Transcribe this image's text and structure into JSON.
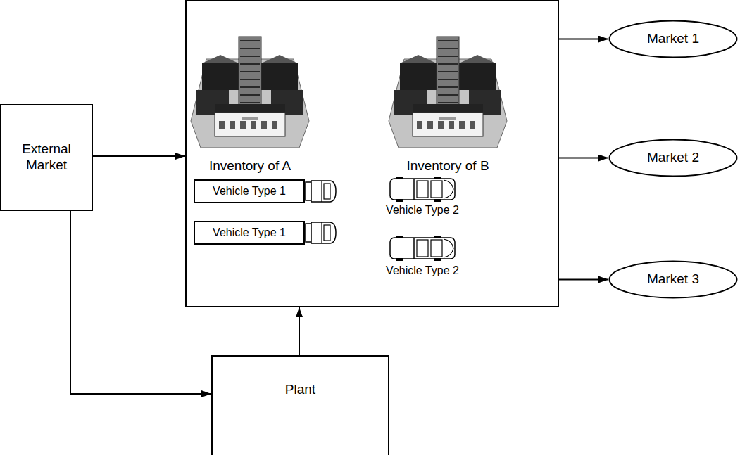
{
  "diagram": {
    "nodes": [
      {
        "text": [
          "External Market"
        ]
      },
      {
        "text": []
      },
      {
        "text": [
          "Inventory of A"
        ],
        "in": 1
      },
      {
        "text": [
          "Inventory of B"
        ],
        "in": 1
      },
      {
        "text": [
          "Vehicle Type 1"
        ],
        "in": 1
      },
      {
        "text": [
          "Vehicle Type 2"
        ],
        "in": 1
      },
      {
        "text": [
          "Vehicle Type 1"
        ],
        "in": 1
      },
      {
        "text": [
          "Vehicle Type 2"
        ],
        "in": 1
      },
      {
        "text": [
          "Market 1"
        ]
      },
      {
        "text": [
          "Market 2"
        ]
      },
      {
        "text": [
          "Market 3"
        ]
      },
      {
        "text": [
          "Plant"
        ]
      }
    ],
    "edges": [
      {
        "from": 0,
        "to": 1,
        "arrow": "to"
      },
      {
        "from": 0,
        "to": 11,
        "arrow": "to"
      },
      {
        "from": 11,
        "to": 1,
        "arrow": "to"
      },
      {
        "from": 1,
        "to": 8,
        "arrow": "to"
      },
      {
        "from": 1,
        "to": 9,
        "arrow": "to"
      },
      {
        "from": 1,
        "to": 10,
        "arrow": "to"
      }
    ]
  }
}
